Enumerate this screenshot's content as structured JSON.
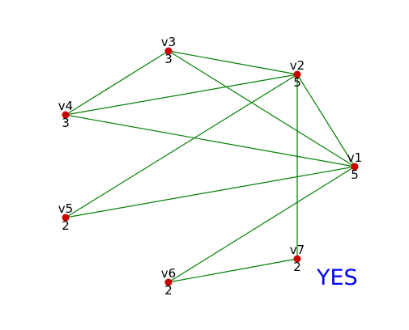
{
  "graph": {
    "vertices": [
      {
        "id": "v1",
        "label": "v1",
        "degree": "5"
      },
      {
        "id": "v2",
        "label": "v2",
        "degree": "5"
      },
      {
        "id": "v3",
        "label": "v3",
        "degree": "3"
      },
      {
        "id": "v4",
        "label": "v4",
        "degree": "3"
      },
      {
        "id": "v5",
        "label": "v5",
        "degree": "2"
      },
      {
        "id": "v6",
        "label": "v6",
        "degree": "2"
      },
      {
        "id": "v7",
        "label": "v7",
        "degree": "2"
      }
    ],
    "edges": [
      [
        "v3",
        "v2"
      ],
      [
        "v3",
        "v4"
      ],
      [
        "v3",
        "v1"
      ],
      [
        "v2",
        "v4"
      ],
      [
        "v2",
        "v1"
      ],
      [
        "v2",
        "v5"
      ],
      [
        "v2",
        "v7"
      ],
      [
        "v4",
        "v1"
      ],
      [
        "v5",
        "v1"
      ],
      [
        "v6",
        "v1"
      ],
      [
        "v6",
        "v7"
      ]
    ],
    "colors": {
      "edge": "#008000",
      "node": "#cc0000",
      "verdict": "#0000ff"
    }
  },
  "result": {
    "text": "YES"
  }
}
